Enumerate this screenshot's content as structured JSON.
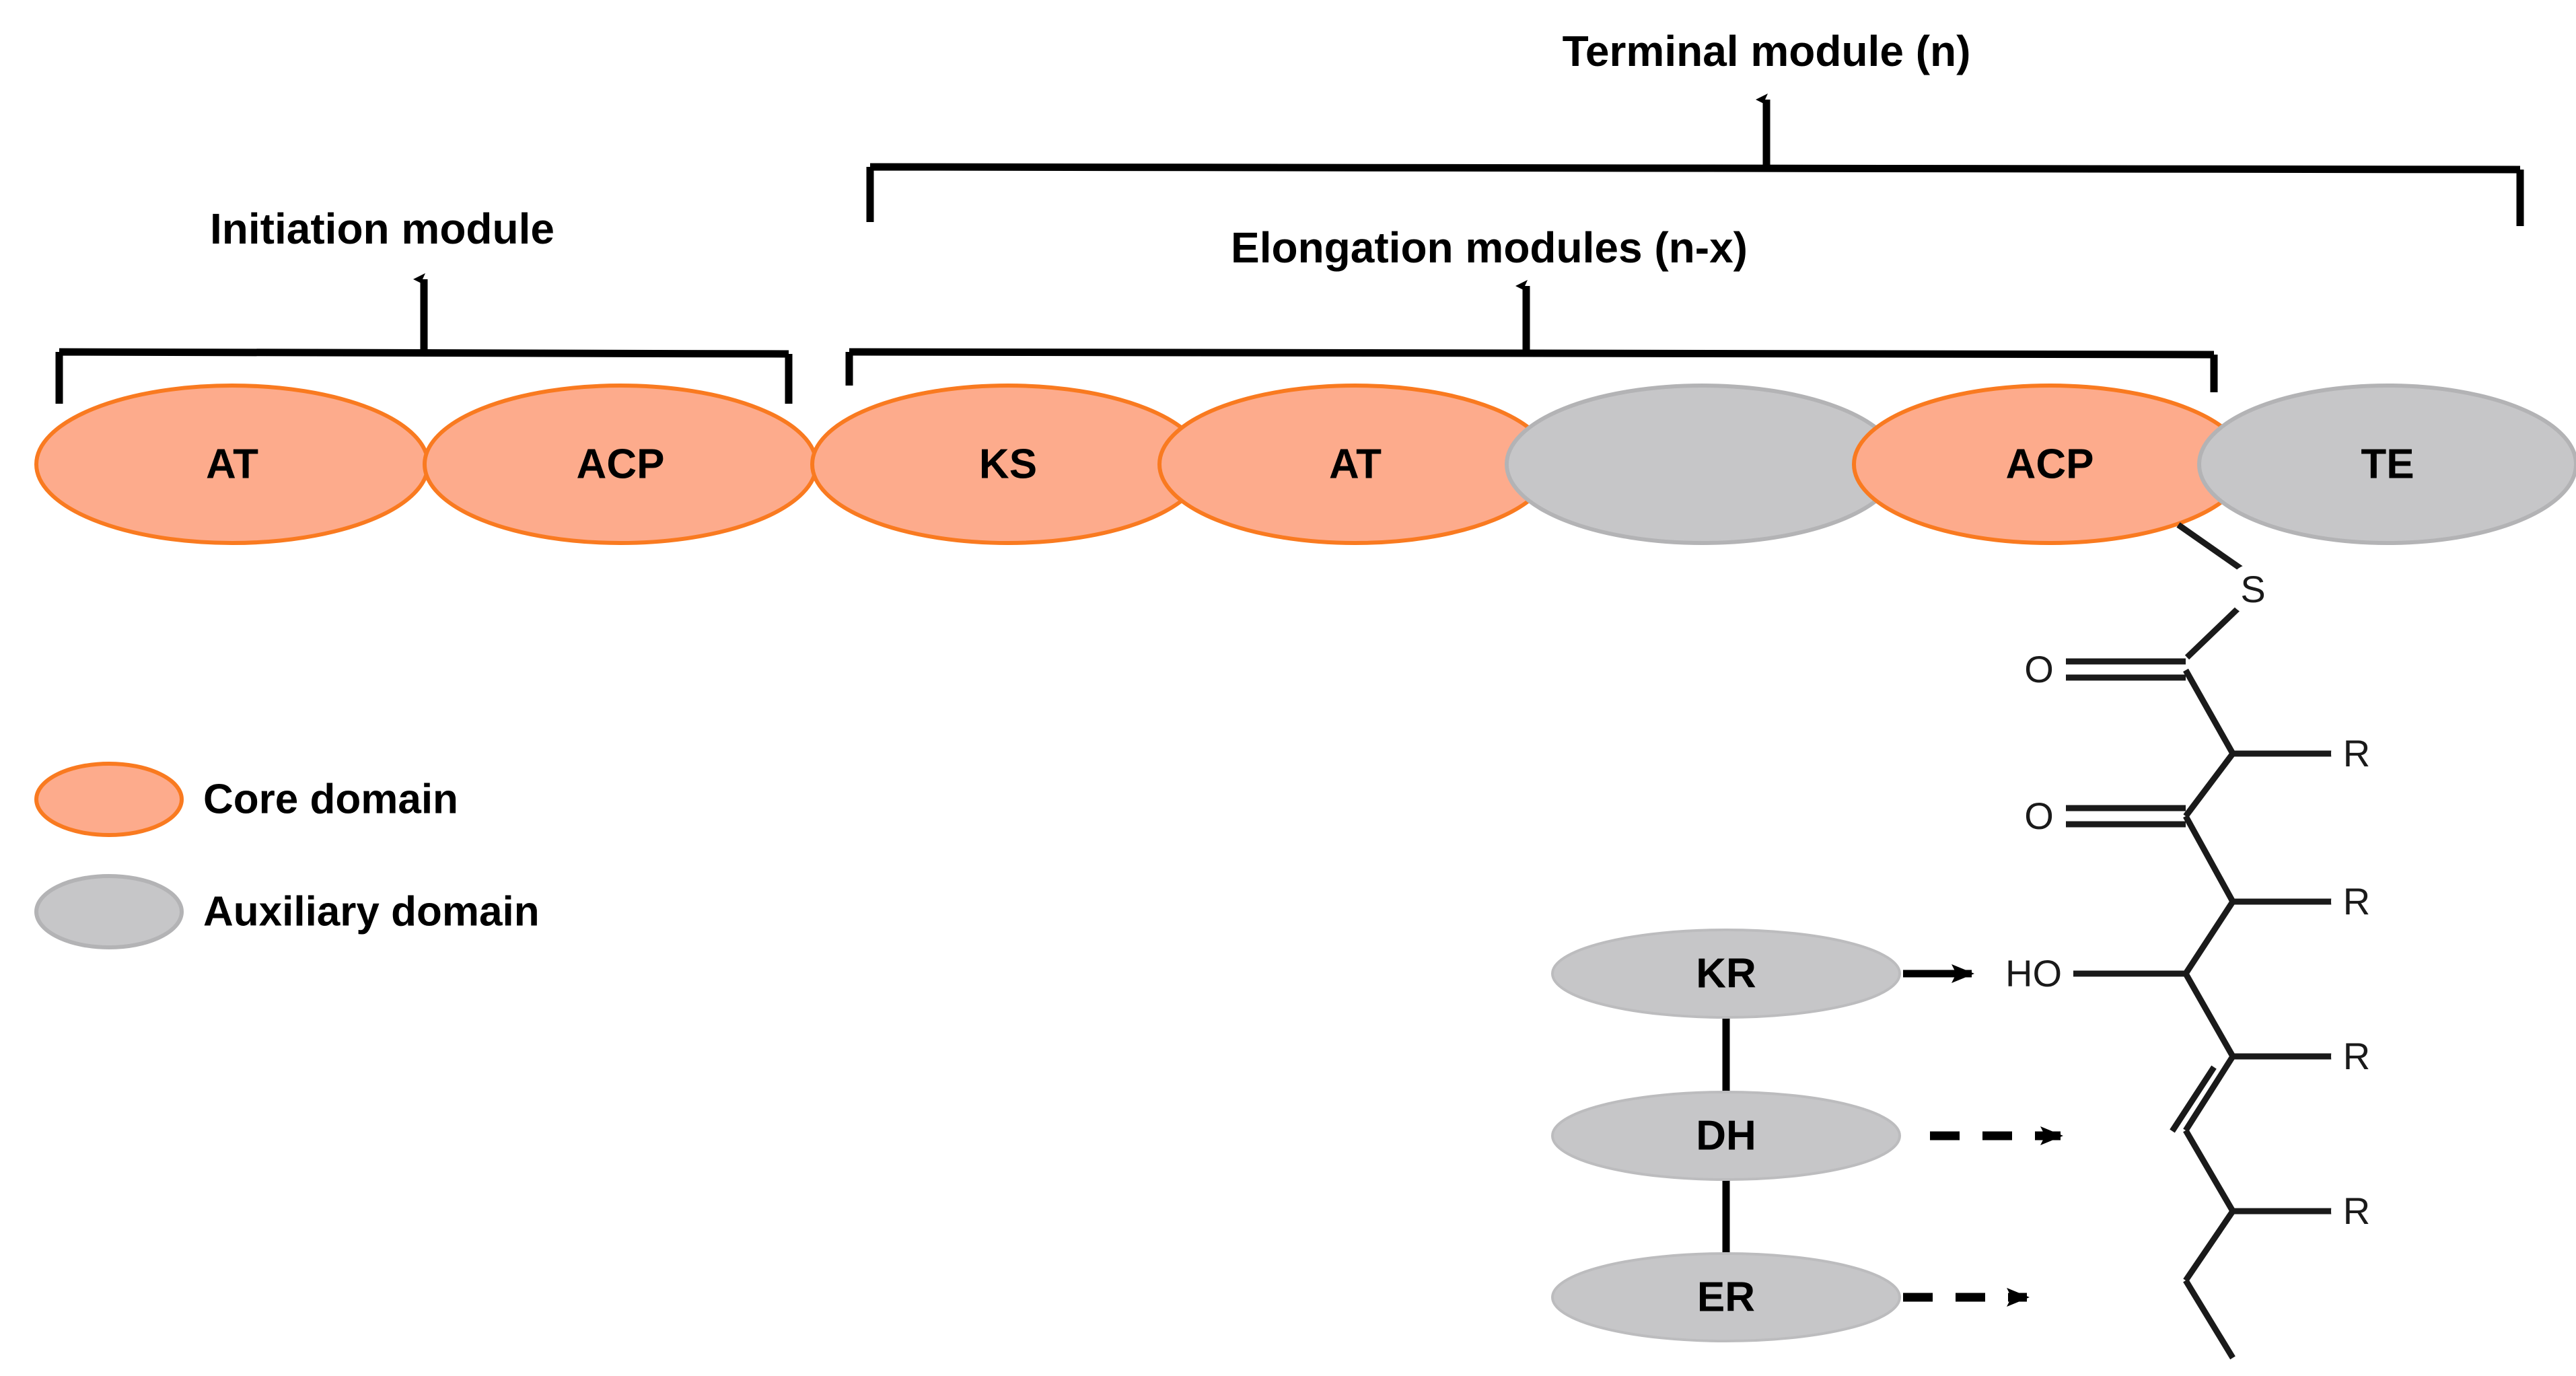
{
  "figure": {
    "type": "pks-module-diagram",
    "background_color": "#ffffff"
  },
  "colors": {
    "core_domain_fill": "#FDAB8C",
    "core_domain_stroke": "#F97A20",
    "auxiliary_domain_fill": "#C6C6C8",
    "auxiliary_domain_stroke": "#B3B3B5",
    "line": "#000000",
    "chem_line": "#1a1a1a"
  },
  "module_brackets": [
    {
      "id": "initiation",
      "title": "Initiation module"
    },
    {
      "id": "elongation",
      "title": "Elongation modules (n-x)"
    },
    {
      "id": "terminal",
      "title": "Terminal module (n)"
    }
  ],
  "backbone_domains": [
    {
      "id": "at-1",
      "label": "AT",
      "kind": "core"
    },
    {
      "id": "acp-1",
      "label": "ACP",
      "kind": "core"
    },
    {
      "id": "ks-1",
      "label": "KS",
      "kind": "core"
    },
    {
      "id": "at-2",
      "label": "AT",
      "kind": "core"
    },
    {
      "id": "aux-1",
      "label": "",
      "kind": "auxiliary"
    },
    {
      "id": "acp-2",
      "label": "ACP",
      "kind": "core"
    },
    {
      "id": "te-1",
      "label": "TE",
      "kind": "auxiliary"
    }
  ],
  "legend": {
    "items": [
      {
        "id": "core",
        "label": "Core domain",
        "kind": "core"
      },
      {
        "id": "auxiliary",
        "label": "Auxiliary domain",
        "kind": "auxiliary"
      }
    ]
  },
  "tailoring_domains": [
    {
      "id": "kr",
      "label": "KR",
      "kind": "auxiliary",
      "arrow": "solid"
    },
    {
      "id": "dh",
      "label": "DH",
      "kind": "auxiliary",
      "arrow": "dashed"
    },
    {
      "id": "er",
      "label": "ER",
      "kind": "auxiliary",
      "arrow": "dashed"
    }
  ],
  "chemistry": {
    "atoms": [
      {
        "id": "s-1",
        "label": "S"
      },
      {
        "id": "o-1",
        "label": "O"
      },
      {
        "id": "r-1",
        "label": "R"
      },
      {
        "id": "o-2",
        "label": "O"
      },
      {
        "id": "r-2",
        "label": "R"
      },
      {
        "id": "ho-1",
        "label": "HO"
      },
      {
        "id": "r-3",
        "label": "R"
      },
      {
        "id": "r-4",
        "label": "R"
      }
    ]
  }
}
